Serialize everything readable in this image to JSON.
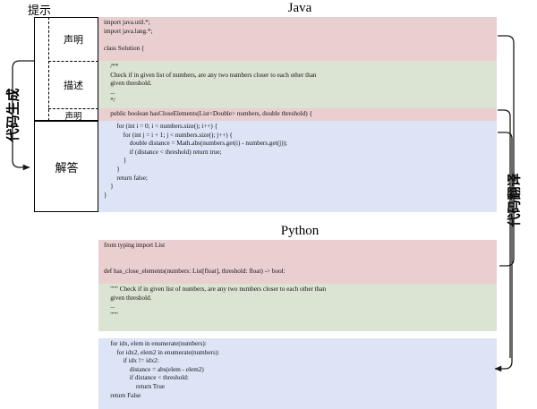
{
  "diagram": {
    "title_java": "Java",
    "title_python": "Python",
    "prompt_label": "提示",
    "codegen_label": "代码生成",
    "codetrans_label": "代码翻译",
    "prompt_cells": [
      {
        "name": "declaration-top",
        "label": "声明"
      },
      {
        "name": "description",
        "label": "描述"
      },
      {
        "name": "declaration-sig",
        "label": "声明"
      }
    ],
    "answer_label": "解答",
    "colors": {
      "declaration": "#eacfd0",
      "description": "#dbe3d2",
      "solution": "#dce4f6",
      "outline": "#000000"
    },
    "java": {
      "declaration_top": "import java.util.*;\nimport java.lang.*;\n\nclass Solution {",
      "description": "    /**\n    Check if in given list of numbers, are any two numbers closer to each other than\n    given threshold.\n    ...\n    */",
      "declaration_signature": "    public boolean hasCloseElements(List<Double> numbers, double threshold) {",
      "solution": "        for (int i = 0; i < numbers.size(); i++) {\n            for (int j = i + 1; j < numbers.size(); j++) {\n                double distance = Math.abs(numbers.get(i) - numbers.get(j));\n                if (distance < threshold) return true;\n            }\n        }\n        return false;\n    }\n}"
    },
    "python": {
      "declaration": "from typing import List\n\n\ndef has_close_elements(numbers: List[float], threshold: float) -> bool:",
      "description": "    \"\"\" Check if in given list of numbers, are any two numbers closer to each other than\n    given threshold.\n    ...\n    \"\"\"",
      "solution": "    for idx, elem in enumerate(numbers):\n        for idx2, elem2 in enumerate(numbers):\n            if idx != idx2:\n                distance = abs(elem - elem2)\n                if distance < threshold:\n                    return True\n    return False"
    }
  }
}
